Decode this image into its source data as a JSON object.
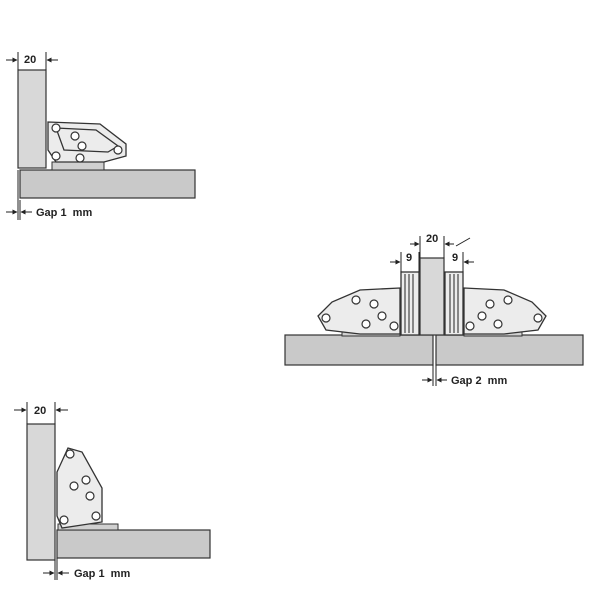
{
  "diagrams": [
    {
      "id": "top-left",
      "door_thickness": "20",
      "gap_label": "Gap 1  mm"
    },
    {
      "id": "right",
      "panel_thickness": "20",
      "left_offset": "9",
      "right_offset": "9",
      "gap_label": "Gap 2  mm"
    },
    {
      "id": "bottom-left",
      "door_thickness": "20",
      "gap_label": "Gap 1  mm"
    }
  ],
  "colors": {
    "panel": "#c9c9c9",
    "line": "#333333",
    "background": "#ffffff"
  }
}
